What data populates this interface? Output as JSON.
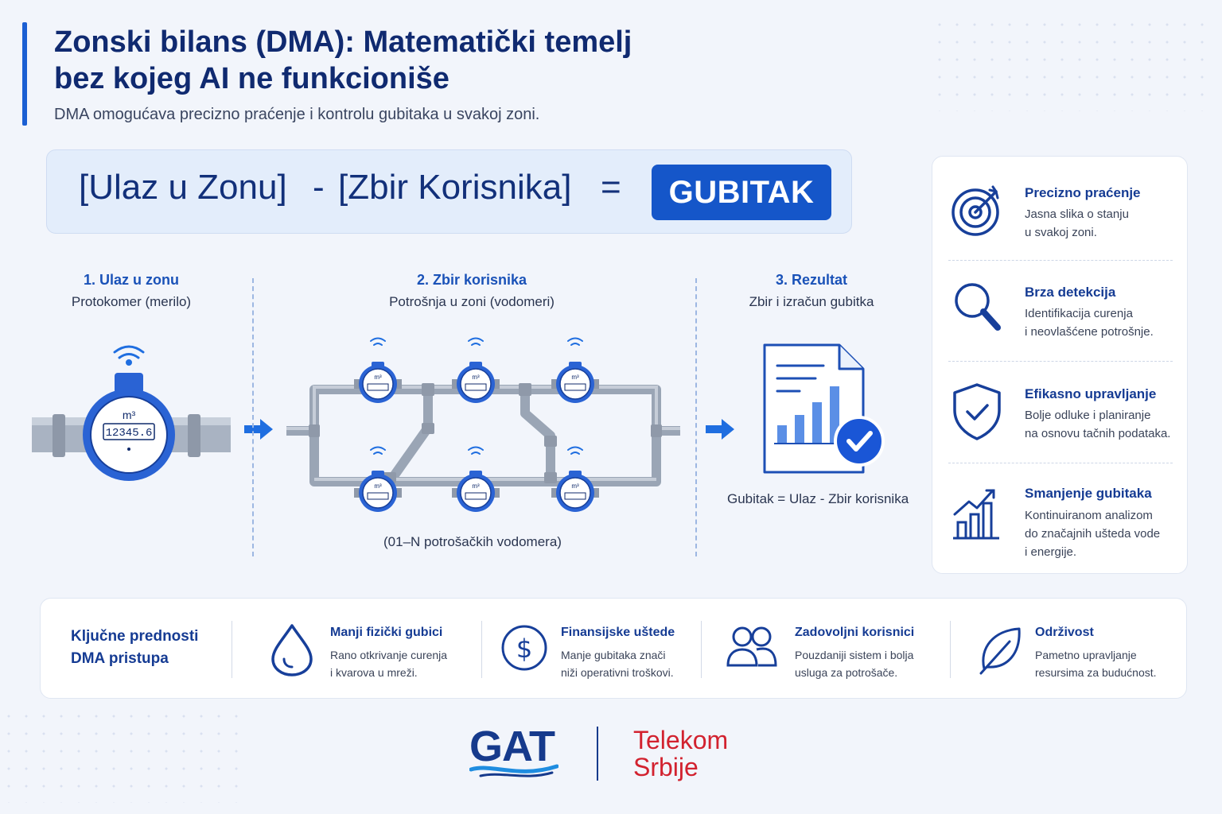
{
  "header": {
    "title_line1": "Zonski bilans (DMA): Matematički temelj",
    "title_line2": "bez kojeg AI ne funkcioniše",
    "subtitle": "DMA omogućava precizno praćenje i kontrolu gubitaka u svakoj zoni."
  },
  "equation": {
    "term1": "Ulaz u Zonu",
    "minus": "-",
    "term2": "Zbir Korisnika",
    "equals": "=",
    "result": "GUBITAK"
  },
  "steps": [
    {
      "title": "1. Ulaz u zonu",
      "subtitle": "Protokomer (merilo)",
      "meter_unit": "m³",
      "meter_reading": "12345.6"
    },
    {
      "title": "2. Zbir korisnika",
      "subtitle": "Potrošnja u zoni (vodomeri)",
      "caption": "(01–N potrošačkih vodomera)",
      "meter_unit": "m³"
    },
    {
      "title": "3. Rezultat",
      "subtitle": "Zbir i izračun gubitka",
      "caption": "Gubitak = Ulaz - Zbir korisnika"
    }
  ],
  "benefits": [
    {
      "icon": "target-icon",
      "title": "Precizno praćenje",
      "text_line1": "Jasna slika o stanju",
      "text_line2": "u svakoj zoni."
    },
    {
      "icon": "magnifier-icon",
      "title": "Brza detekcija",
      "text_line1": "Identifikacija curenja",
      "text_line2": "i neovlašćene potrošnje."
    },
    {
      "icon": "shield-check-icon",
      "title": "Efikasno upravljanje",
      "text_line1": "Bolje odluke i planiranje",
      "text_line2": "na osnovu tačnih podataka."
    },
    {
      "icon": "growth-chart-icon",
      "title": "Smanjenje gubitaka",
      "text_line1": "Kontinuiranom analizom",
      "text_line2": "do značajnih ušteda vode",
      "text_line3": "i energije."
    }
  ],
  "advantages": {
    "heading_line1": "Ključne prednosti",
    "heading_line2": "DMA pristupa",
    "items": [
      {
        "icon": "water-drop-icon",
        "title": "Manji fizički gubici",
        "text_line1": "Rano otkrivanje curenja",
        "text_line2": "i kvarova u mreži."
      },
      {
        "icon": "dollar-icon",
        "title": "Finansijske uštede",
        "text_line1": "Manje gubitaka znači",
        "text_line2": "niži operativni troškovi."
      },
      {
        "icon": "users-icon",
        "title": "Zadovoljni korisnici",
        "text_line1": "Pouzdaniji sistem i bolja",
        "text_line2": "usluga za potrošače."
      },
      {
        "icon": "leaf-icon",
        "title": "Održivost",
        "text_line1": "Pametno upravljanje",
        "text_line2": "resursima za budućnost."
      }
    ]
  },
  "logos": {
    "gat": "GAT",
    "telekom_line1": "Telekom",
    "telekom_line2": "Srbije"
  },
  "colors": {
    "accent": "#1556c9",
    "navy": "#102a70",
    "telekom_red": "#d2222f"
  }
}
